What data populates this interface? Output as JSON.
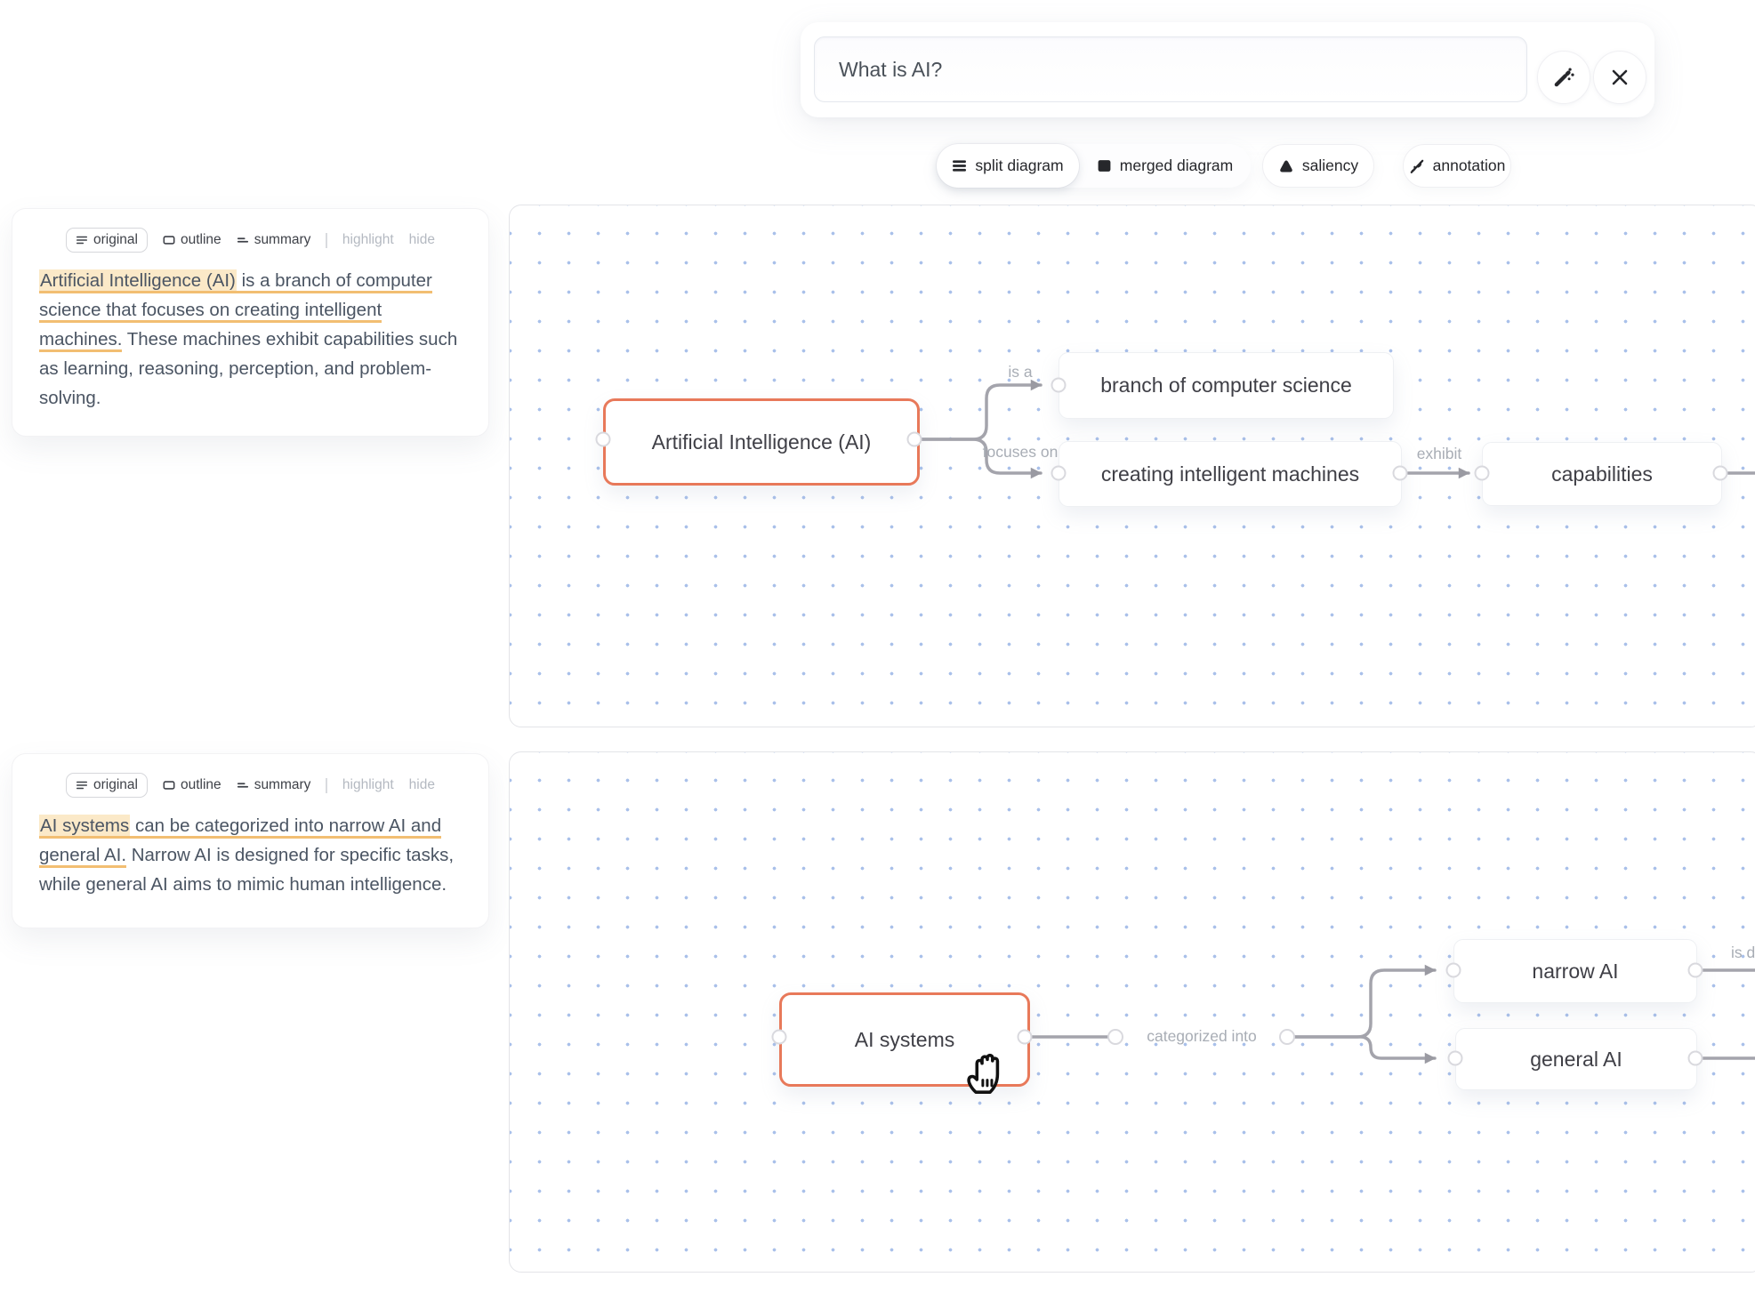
{
  "theme": {
    "accent_node_border": "#E8795A",
    "highlight_bg": "#FBE9C8",
    "underline_color": "#F2BE72",
    "edge_color": "#A4A4AC",
    "grid_dot_color": "#A9C0EA"
  },
  "query_bar": {
    "value": "What is AI?"
  },
  "toolbar": {
    "buttons": [
      {
        "label": "split diagram",
        "icon": "rows-icon",
        "active": true
      },
      {
        "label": "merged diagram",
        "icon": "filled-square-icon",
        "active": false
      },
      {
        "label": "saliency",
        "icon": "filled-triangle-icon",
        "active": false
      },
      {
        "label": "annotation",
        "icon": "pen-slash-icon",
        "active": false
      }
    ]
  },
  "panels": [
    {
      "tabs": [
        {
          "label": "original",
          "active": true
        },
        {
          "label": "outline",
          "active": false
        },
        {
          "label": "summary",
          "active": false
        },
        {
          "label": "highlight",
          "muted": true
        },
        {
          "label": "hide",
          "muted": true
        }
      ],
      "text": {
        "highlighted": "Artificial Intelligence (AI)",
        "underlined": " is a branch of computer science that focuses on creating intelligent machines.",
        "plain": " These machines exhibit capabilities such as learning, reasoning, perception, and problem-solving."
      }
    },
    {
      "tabs": [
        {
          "label": "original",
          "active": true
        },
        {
          "label": "outline",
          "active": false
        },
        {
          "label": "summary",
          "active": false
        },
        {
          "label": "highlight",
          "muted": true
        },
        {
          "label": "hide",
          "muted": true
        }
      ],
      "text": {
        "highlighted": "AI systems",
        "underlined": " can be categorized into narrow AI and general AI.",
        "plain": " Narrow AI is designed for specific tasks, while general AI aims to mimic human intelligence."
      }
    }
  ],
  "diagrams": [
    {
      "nodes": [
        {
          "label": "Artificial Intelligence (AI)",
          "source": true
        },
        {
          "label": "branch of computer science",
          "source": false
        },
        {
          "label": "creating intelligent machines",
          "source": false
        },
        {
          "label": "capabilities",
          "source": false
        }
      ],
      "edge_labels": [
        {
          "text": "is a"
        },
        {
          "text": "focuses on"
        },
        {
          "text": "exhibit"
        }
      ]
    },
    {
      "nodes": [
        {
          "label": "AI systems",
          "source": true
        },
        {
          "label": "narrow AI",
          "source": false
        },
        {
          "label": "general AI",
          "source": false
        }
      ],
      "edge_labels": [
        {
          "text": "categorized into"
        },
        {
          "text": "is d"
        }
      ]
    }
  ]
}
